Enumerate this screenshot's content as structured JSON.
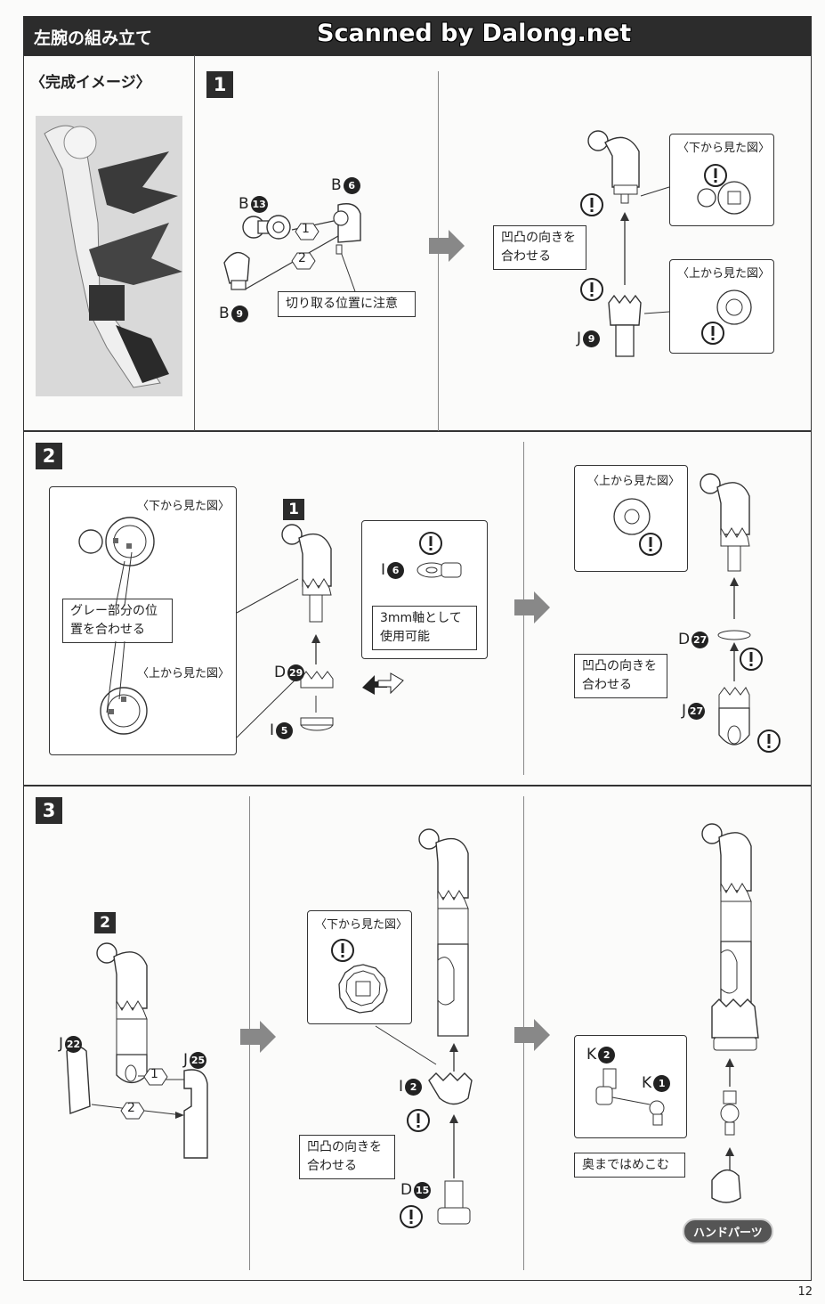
{
  "header": {
    "title": "左腕の組み立て",
    "watermark": "Scanned by Dalong.net"
  },
  "complete_image": {
    "label": "〈完成イメージ〉"
  },
  "step1": {
    "number": "1",
    "parts": {
      "b13": "B",
      "b13n": "13",
      "b6": "B",
      "b6n": "6",
      "b9": "B",
      "b9n": "9",
      "j9": "J",
      "j9n": "9"
    },
    "seq1": "1",
    "seq2": "2",
    "cut_note": "切り取る位置に注意",
    "align_note": "凹凸の向きを合わせる",
    "view_bottom": "〈下から見た図〉",
    "view_top": "〈上から見た図〉"
  },
  "step2": {
    "number": "2",
    "ref": "1",
    "view_bottom": "〈下から見た図〉",
    "view_top": "〈上から見た図〉",
    "gray_note": "グレー部分の位置を合わせる",
    "shaft_note": "3mm軸として使用可能",
    "parts": {
      "d29": "D",
      "d29n": "29",
      "i5": "I",
      "i5n": "5",
      "i6": "I",
      "i6n": "6",
      "d27": "D",
      "d27n": "27",
      "j27": "J",
      "j27n": "27"
    },
    "view_top2": "〈上から見た図〉",
    "align_note": "凹凸の向きを合わせる"
  },
  "step3": {
    "number": "3",
    "ref": "2",
    "parts": {
      "j22": "J",
      "j22n": "22",
      "j25": "J",
      "j25n": "25",
      "i2": "I",
      "i2n": "2",
      "d15": "D",
      "d15n": "15",
      "k2": "K",
      "k2n": "2",
      "k1": "K",
      "k1n": "1"
    },
    "seq1": "1",
    "seq2": "2",
    "view_bottom": "〈下から見た図〉",
    "align_note": "凹凸の向きを合わせる",
    "push_note": "奥まではめこむ",
    "hand_parts": "ハンドパーツ"
  },
  "page_number": "12"
}
